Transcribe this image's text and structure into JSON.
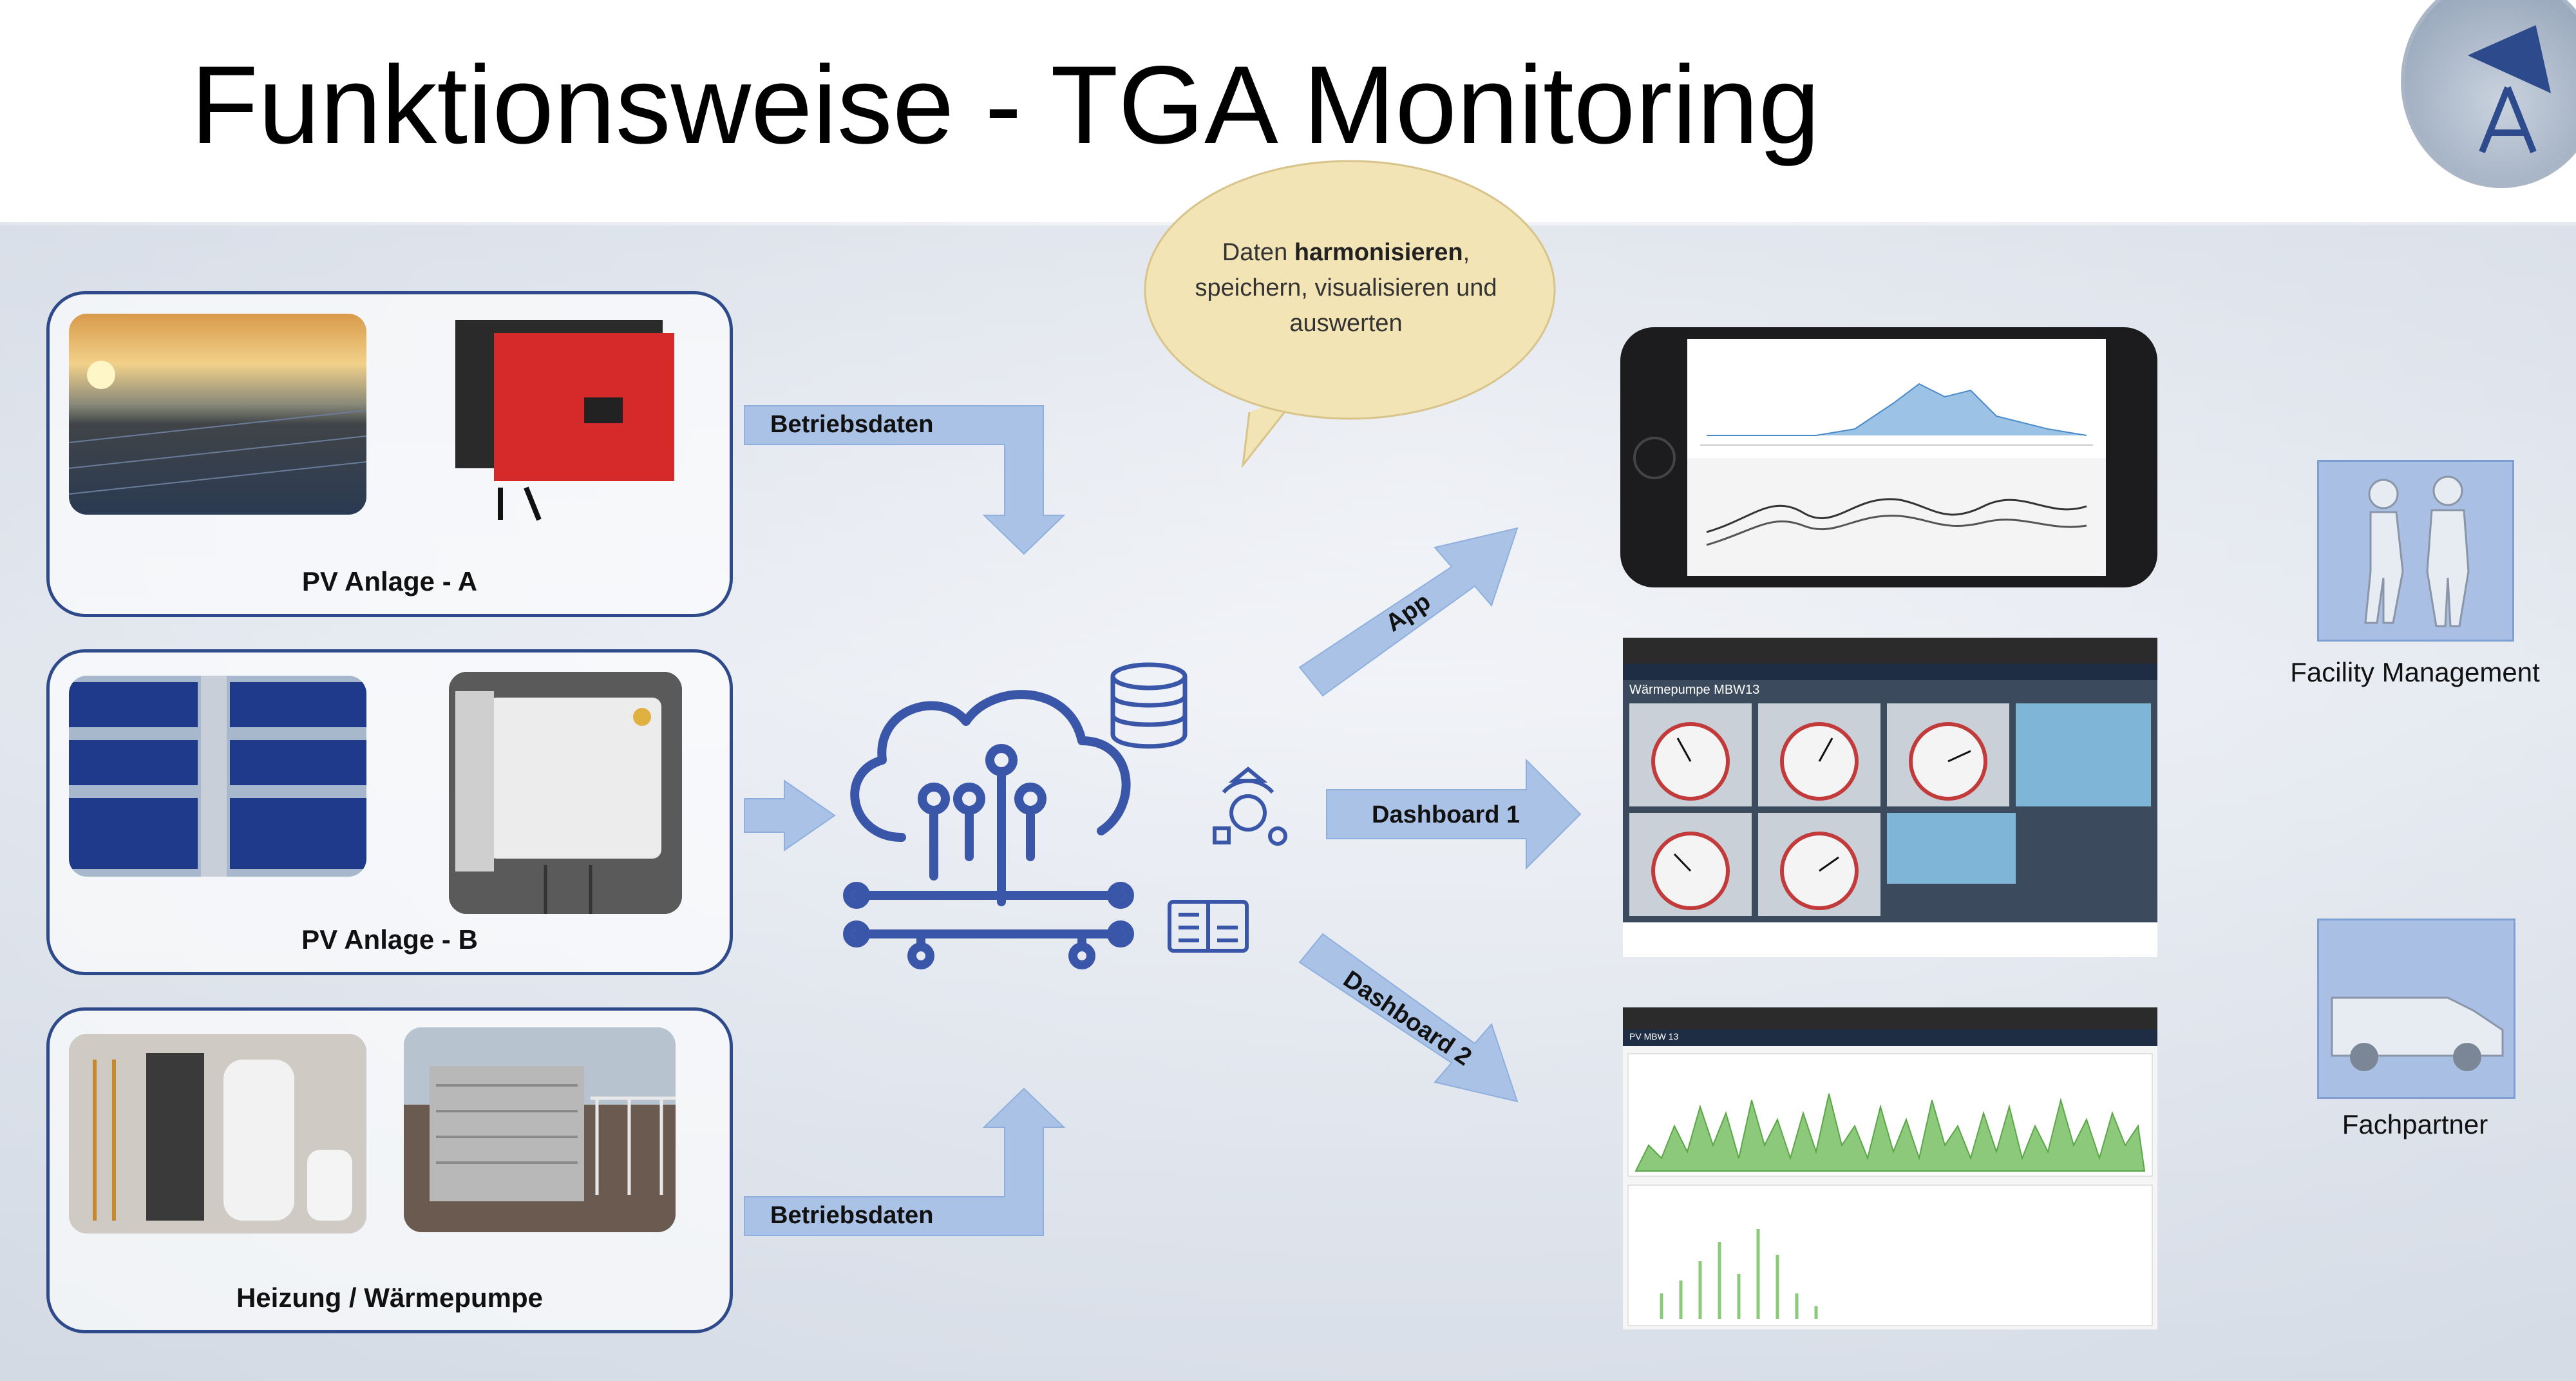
{
  "title": "Funktionsweise - TGA Monitoring",
  "sources": [
    {
      "label": "PV Anlage - A"
    },
    {
      "label": "PV Anlage - B"
    },
    {
      "label": "Heizung / Wärmepumpe"
    }
  ],
  "flows": {
    "betriebsdaten_top": "Betriebsdaten",
    "betriebsdaten_bottom": "Betriebsdaten",
    "app": "App",
    "dashboard1": "Dashboard 1",
    "dashboard2": "Dashboard 2"
  },
  "bubble": {
    "prefix": "Daten ",
    "bold": "harmonisieren",
    "rest1": ",",
    "rest2": "speichern, visualisieren und",
    "rest3": "auswerten"
  },
  "dashboard1_title": "Wärmepumpe MBW13",
  "dashboard2_title": "PV MBW 13",
  "roles": [
    {
      "label": "Facility Management",
      "icon": "people-icon"
    },
    {
      "label": "Fachpartner",
      "icon": "van-icon"
    }
  ],
  "colors": {
    "accent": "#2f4a8a",
    "arrow_fill": "#a9c2e6",
    "cloud": "#3a56a8",
    "bubble": "#f3e4b6",
    "gauge_panel": "#7fb5d6",
    "chart_green": "#8cc97a"
  }
}
